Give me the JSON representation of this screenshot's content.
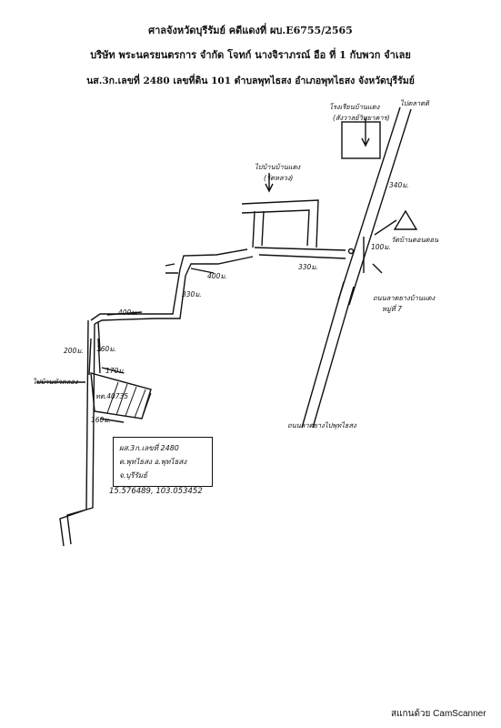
{
  "header": {
    "line1": "ศาลจังหวัดบุรีรัมย์ คดีแดงที่ ผบ.E6755/2565",
    "line2": "บริษัท พระนครยนตรการ จำกัด โจทก์ นางจิราภรณ์ อือ ที่ 1 กับพวก จำเลย",
    "line3": "นส.3ก.เลขที่ 2480 เลขที่ดิน 101 ตำบลพุทไธสง อำเภอพุทไธสง จังหวัดบุรีรัมย์"
  },
  "map": {
    "labels": {
      "school": "โรงเรียนบ้านแดง",
      "school_sub": "(สังวาลย์วิทยาคาร)",
      "to_town": "ไปตลาดดิ",
      "village_left": "ไปบ้านบ้านแดง",
      "village_left_sub": "(วัดหลวง)",
      "landmark_triangle": "วัดบ้านดอนดอน",
      "crossroad": "ถนนลาดยางบ้านแดง",
      "village_no": "หมู่ที่ 7",
      "left_road": "ไปบ้านหัวคลอง",
      "plot_no": "ทด.40735",
      "highway": "ถนนลาดยางไปพุทไธสง",
      "dist_340": "340ม.",
      "dist_100_r": "100ม.",
      "dist_330": "330ม.",
      "dist_400_a": "400ม.",
      "dist_330_b": "330ม.",
      "dist_400_b": "400ม.",
      "dist_200": "200ม.",
      "dist_160": "160ม.",
      "dist_170": "170ม.",
      "dist_160_b": "160ม."
    },
    "box": {
      "line1": "ผส.3ก.เลขที่ 2480",
      "line2": "ต.พุทไธสง อ.พุทไธสง",
      "line3": "จ.บุรีรัมย์"
    },
    "coords": "15.576489, 103.053452"
  },
  "footer": "สแกนด้วย CamScanner"
}
